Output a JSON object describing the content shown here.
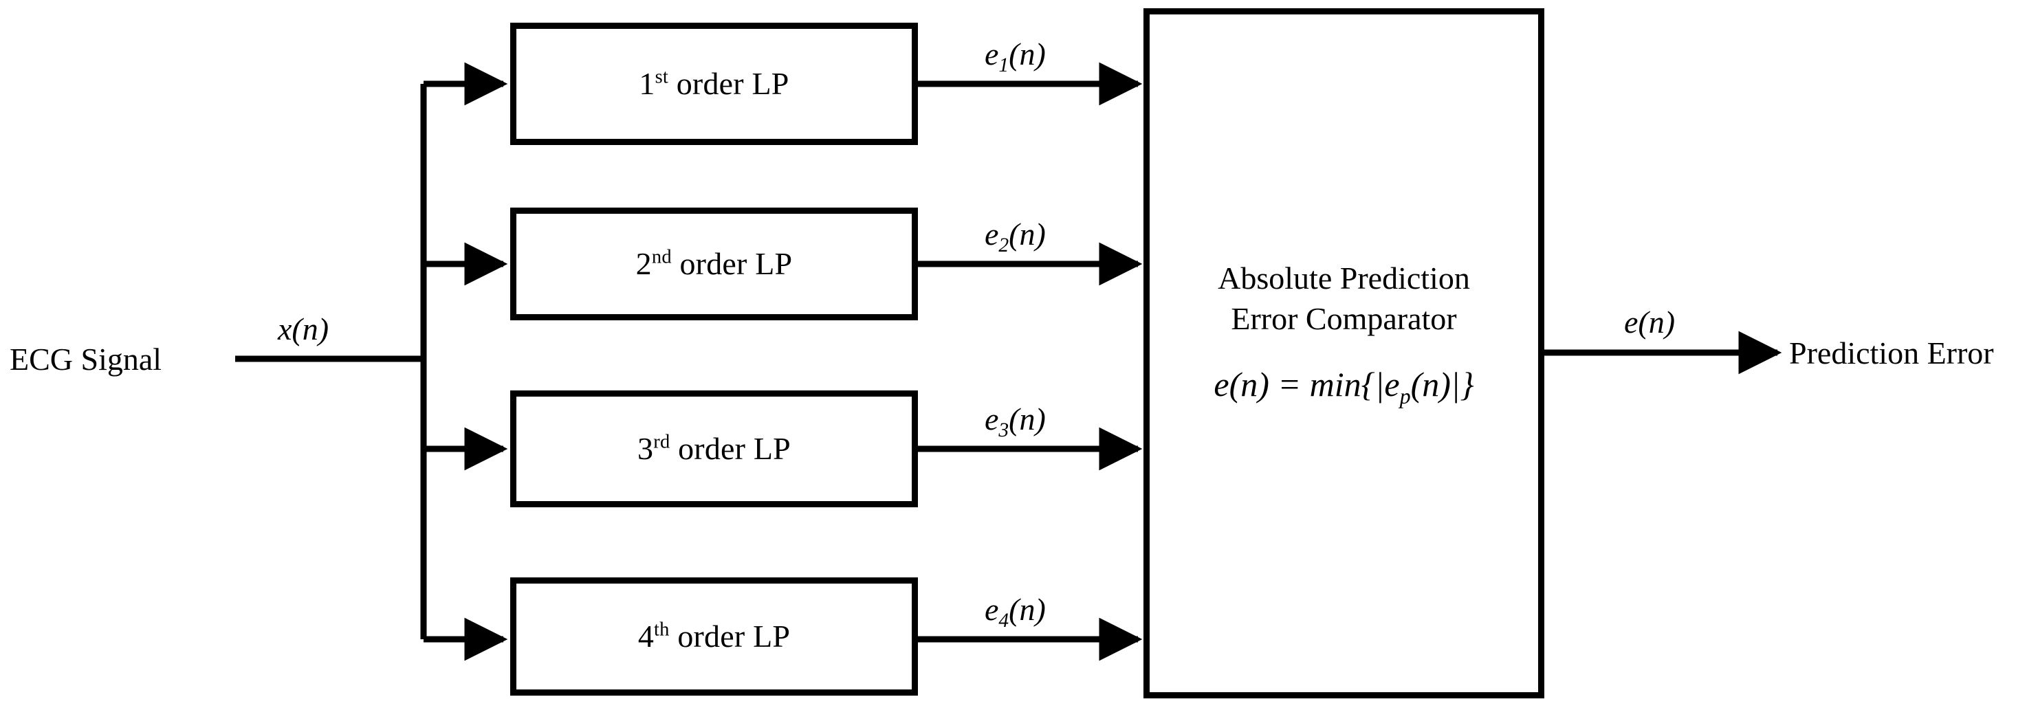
{
  "diagram": {
    "title": "ECG signal multi-order linear prediction block diagram",
    "stroke_color": "#000000",
    "background_color": "#ffffff"
  },
  "input": {
    "source_label": "ECG Signal",
    "signal_label_plain": "x(n)",
    "signal_var": "x",
    "signal_arg": "(n)"
  },
  "predictors": [
    {
      "order_number": "1",
      "order_suffix": "st",
      "label_rest": " order LP",
      "label_plain": "1st order LP",
      "output_var": "e",
      "output_sub": "1",
      "output_arg": "(n)",
      "output_plain": "e1(n)"
    },
    {
      "order_number": "2",
      "order_suffix": "nd",
      "label_rest": " order LP",
      "label_plain": "2nd order LP",
      "output_var": "e",
      "output_sub": "2",
      "output_arg": "(n)",
      "output_plain": "e2(n)"
    },
    {
      "order_number": "3",
      "order_suffix": "rd",
      "label_rest": " order LP",
      "label_plain": "3rd order LP",
      "output_var": "e",
      "output_sub": "3",
      "output_arg": "(n)",
      "output_plain": "e3(n)"
    },
    {
      "order_number": "4",
      "order_suffix": "th",
      "label_rest": " order LP",
      "label_plain": "4th order LP",
      "output_var": "e",
      "output_sub": "4",
      "output_arg": "(n)",
      "output_plain": "e4(n)"
    }
  ],
  "comparator": {
    "title": "Absolute Prediction\nError Comparator",
    "title_line_1": "Absolute Prediction",
    "title_line_2": "Error Comparator",
    "formula_plain": "e(n) = min{|ep(n)|}",
    "formula_lhs": "e(n) = min{|e",
    "formula_sub": "p",
    "formula_rhs": "(n)|}"
  },
  "output": {
    "signal_label_plain": "e(n)",
    "signal_var": "e",
    "signal_arg": "(n)",
    "destination_label": "Prediction Error"
  }
}
